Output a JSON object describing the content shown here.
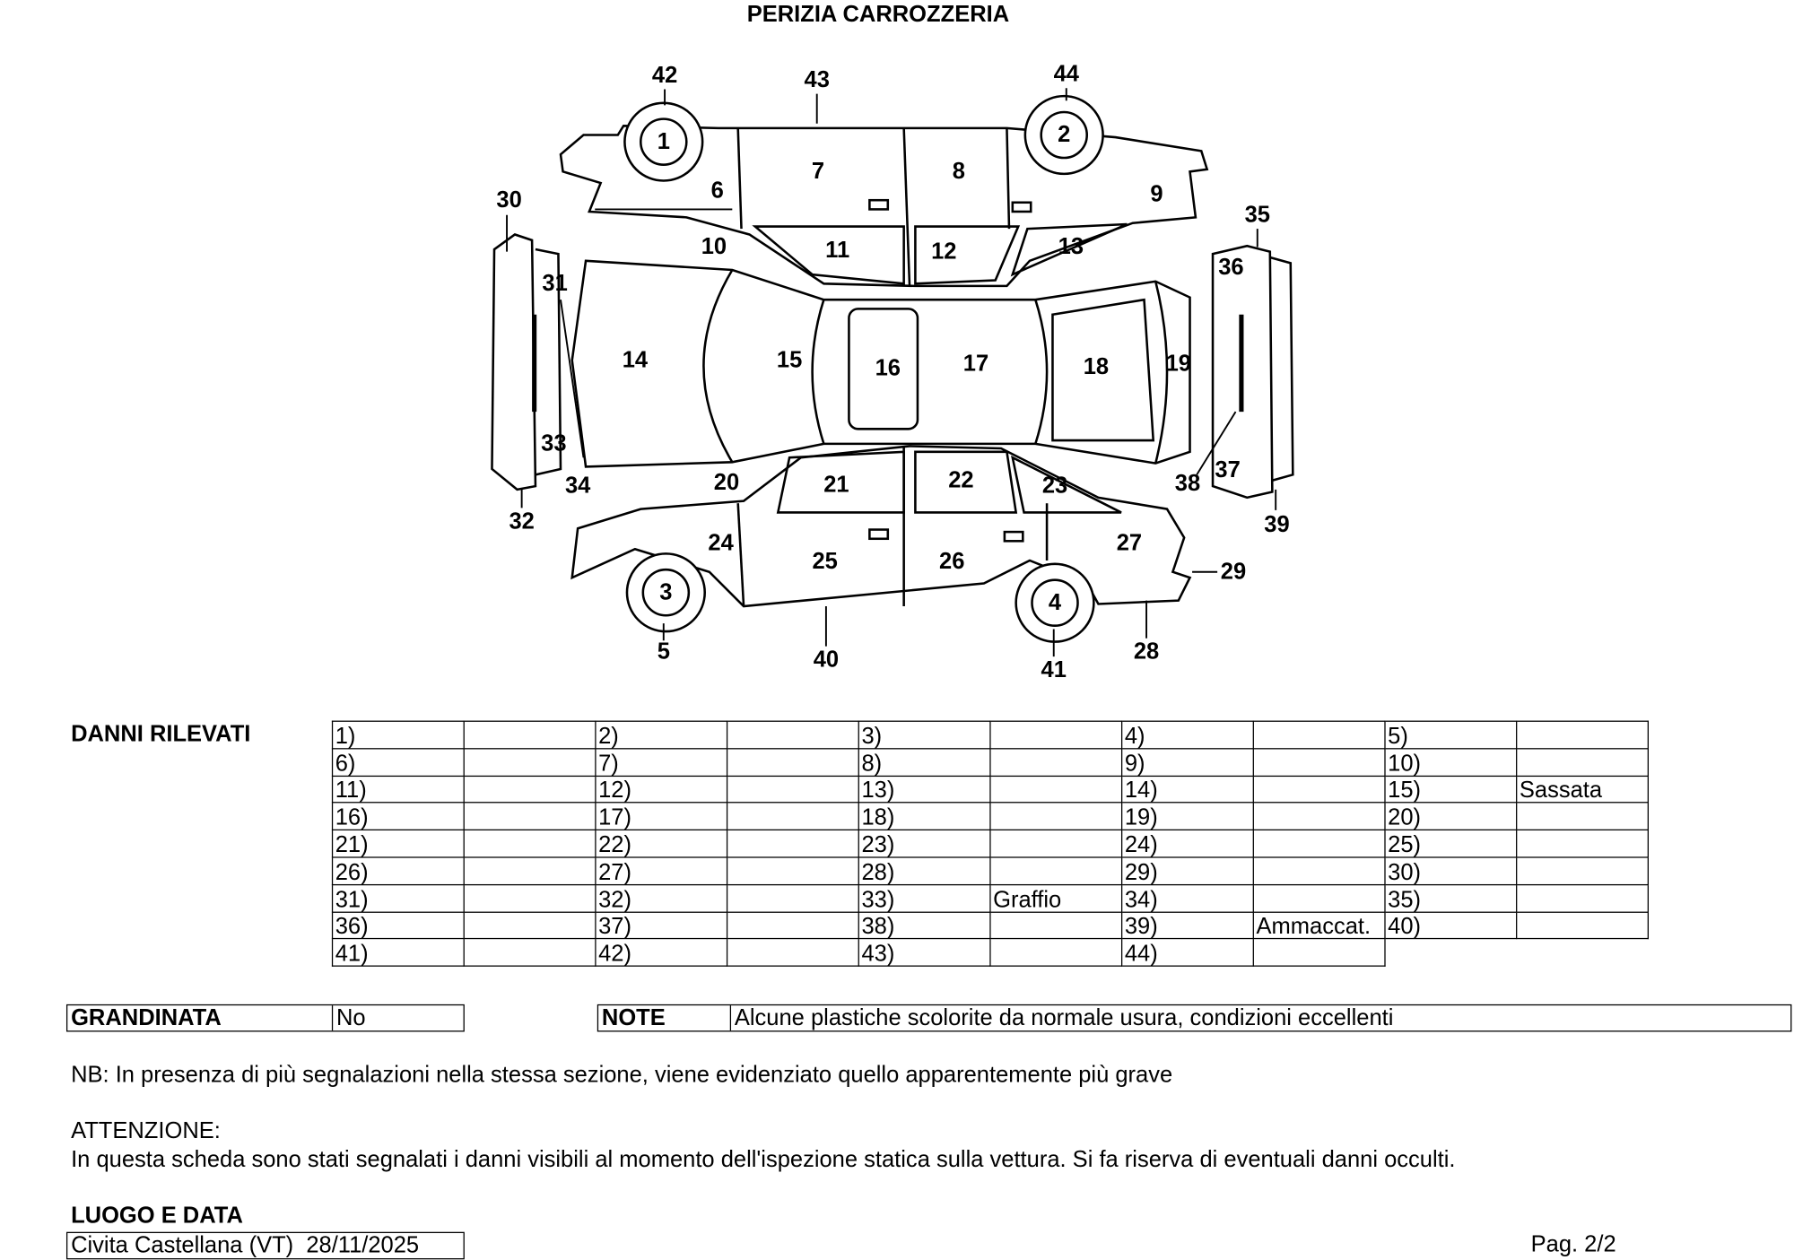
{
  "title": "PERIZIA CARROZZERIA",
  "diagram": {
    "labels": {
      "1": "1",
      "2": "2",
      "3": "3",
      "4": "4",
      "5": "5",
      "6": "6",
      "7": "7",
      "8": "8",
      "9": "9",
      "10": "10",
      "11": "11",
      "12": "12",
      "13": "13",
      "14": "14",
      "15": "15",
      "16": "16",
      "17": "17",
      "18": "18",
      "19": "19",
      "20": "20",
      "21": "21",
      "22": "22",
      "23": "23",
      "24": "24",
      "25": "25",
      "26": "26",
      "27": "27",
      "28": "28",
      "29": "29",
      "30": "30",
      "31": "31",
      "32": "32",
      "33": "33",
      "34": "34",
      "35": "35",
      "36": "36",
      "37": "37",
      "38": "38",
      "39": "39",
      "40": "40",
      "41": "41",
      "42": "42",
      "43": "43",
      "44": "44"
    }
  },
  "damages": {
    "heading": "DANNI RILEVATI",
    "rows": [
      [
        [
          "1)",
          ""
        ],
        [
          "2)",
          ""
        ],
        [
          "3)",
          ""
        ],
        [
          "4)",
          ""
        ],
        [
          "5)",
          ""
        ]
      ],
      [
        [
          "6)",
          ""
        ],
        [
          "7)",
          ""
        ],
        [
          "8)",
          ""
        ],
        [
          "9)",
          ""
        ],
        [
          "10)",
          ""
        ]
      ],
      [
        [
          "11)",
          ""
        ],
        [
          "12)",
          ""
        ],
        [
          "13)",
          ""
        ],
        [
          "14)",
          ""
        ],
        [
          "15)",
          "Sassata"
        ]
      ],
      [
        [
          "16)",
          ""
        ],
        [
          "17)",
          ""
        ],
        [
          "18)",
          ""
        ],
        [
          "19)",
          ""
        ],
        [
          "20)",
          ""
        ]
      ],
      [
        [
          "21)",
          ""
        ],
        [
          "22)",
          ""
        ],
        [
          "23)",
          ""
        ],
        [
          "24)",
          ""
        ],
        [
          "25)",
          ""
        ]
      ],
      [
        [
          "26)",
          ""
        ],
        [
          "27)",
          ""
        ],
        [
          "28)",
          ""
        ],
        [
          "29)",
          ""
        ],
        [
          "30)",
          ""
        ]
      ],
      [
        [
          "31)",
          ""
        ],
        [
          "32)",
          ""
        ],
        [
          "33)",
          "Graffio"
        ],
        [
          "34)",
          ""
        ],
        [
          "35)",
          ""
        ]
      ],
      [
        [
          "36)",
          ""
        ],
        [
          "37)",
          ""
        ],
        [
          "38)",
          ""
        ],
        [
          "39)",
          "Ammaccat."
        ],
        [
          "40)",
          ""
        ]
      ],
      [
        [
          "41)",
          ""
        ],
        [
          "42)",
          ""
        ],
        [
          "43)",
          ""
        ],
        [
          "44)",
          ""
        ]
      ]
    ]
  },
  "hail": {
    "label": "GRANDINATA",
    "value": "No"
  },
  "note": {
    "label": "NOTE",
    "value": "Alcune plastiche scolorite da normale usura, condizioni eccellenti"
  },
  "nb": "NB: In presenza di più segnalazioni nella stessa sezione, viene evidenziato quello apparentemente più grave",
  "warning": {
    "heading": "ATTENZIONE:",
    "text": "In questa scheda sono stati segnalati i danni visibili al momento dell'ispezione statica sulla vettura. Si fa riserva di eventuali danni occulti."
  },
  "place_date": {
    "label": "LUOGO E DATA",
    "value": "Civita Castellana (VT)  28/11/2025"
  },
  "page": "Pag. 2/2"
}
